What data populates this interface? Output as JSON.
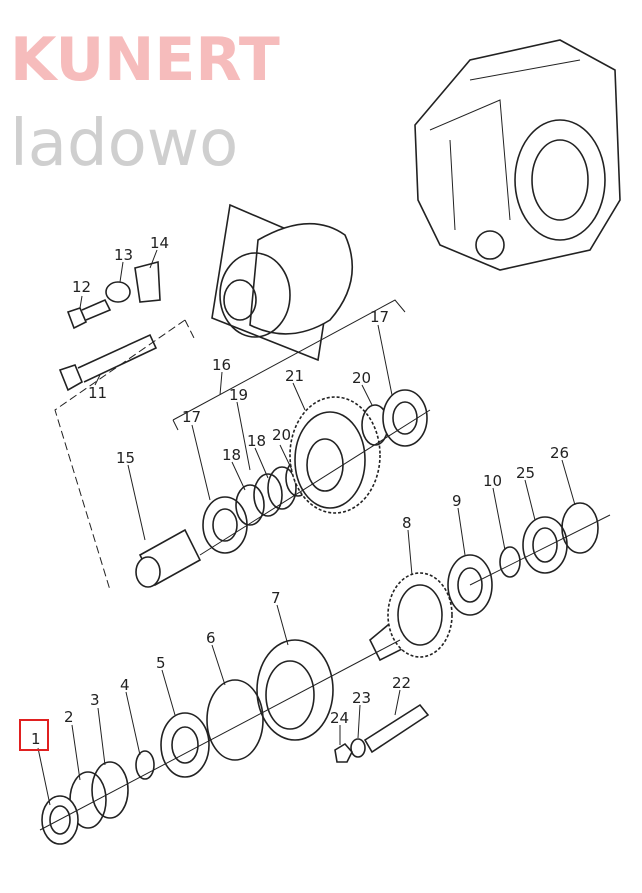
{
  "diagram": {
    "labels": {
      "p1": "1",
      "p2": "2",
      "p3": "3",
      "p4": "4",
      "p5": "5",
      "p6": "6",
      "p7": "7",
      "p8": "8",
      "p9": "9",
      "p10": "10",
      "p11": "11",
      "p12": "12",
      "p13": "13",
      "p14": "14",
      "p15": "15",
      "p16": "16",
      "p17a": "17",
      "p17b": "17",
      "p18a": "18",
      "p18b": "18",
      "p19": "19",
      "p20a": "20",
      "p20b": "20",
      "p21": "21",
      "p22": "22",
      "p23": "23",
      "p24": "24",
      "p25": "25",
      "p26": "26"
    },
    "highlighted_part": "1",
    "highlight_color": "#e02020"
  },
  "watermark": {
    "brand": "KUNERT",
    "suffix": "ladowo"
  }
}
